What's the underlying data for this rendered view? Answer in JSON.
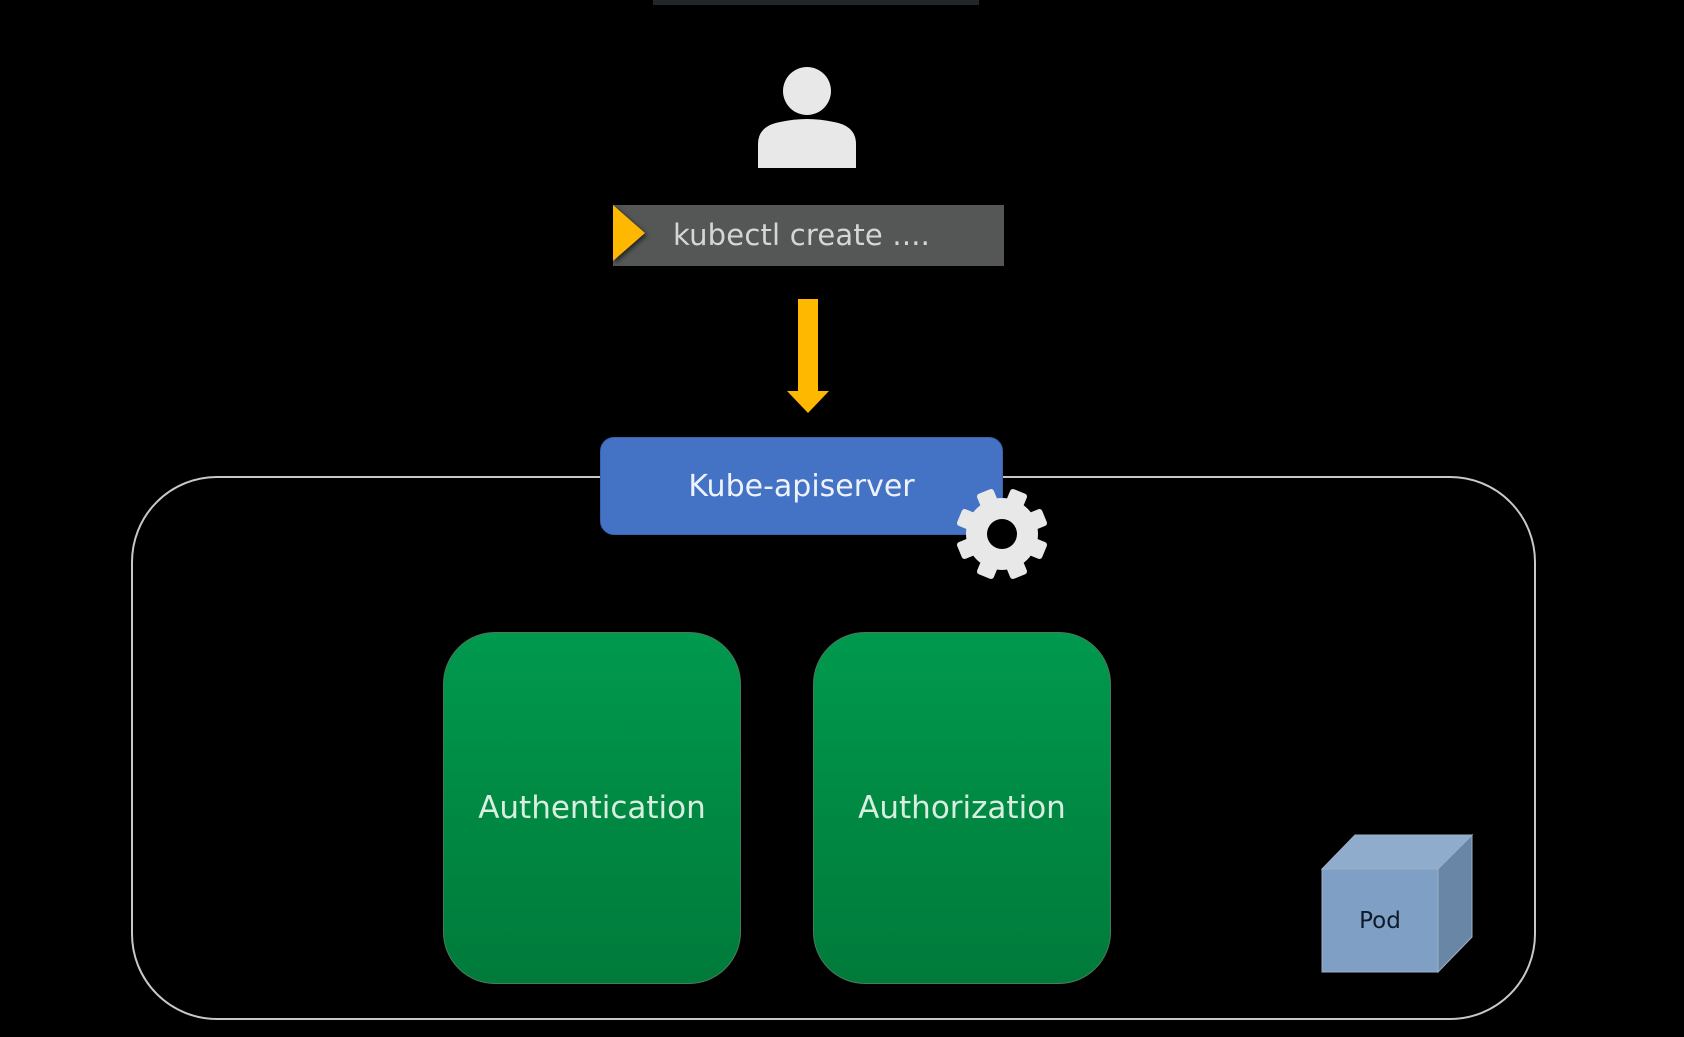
{
  "diagram": {
    "title_bar": "",
    "user": {
      "icon": "user-icon"
    },
    "command": {
      "prompt_icon": "prompt-triangle-icon",
      "text": "kubectl create ...."
    },
    "flow_arrow": {
      "icon": "arrow-down-icon",
      "direction": "down"
    },
    "api_server": {
      "label": "Kube-apiserver",
      "icon": "gear-icon"
    },
    "stages": [
      {
        "label": "Authentication"
      },
      {
        "label": "Authorization"
      }
    ],
    "pod": {
      "label": "Pod",
      "icon": "cube-icon"
    },
    "colors": {
      "background": "#000000",
      "command_bar": "#555656",
      "accent_yellow": "#ffb800",
      "api_server_blue": "#4472c4",
      "stage_green_top": "#00994d",
      "stage_green_bottom": "#007a3a",
      "pod_blue": "#8faccc",
      "container_border": "#c8c8c8",
      "icon_gray": "#e8e8e8"
    }
  }
}
